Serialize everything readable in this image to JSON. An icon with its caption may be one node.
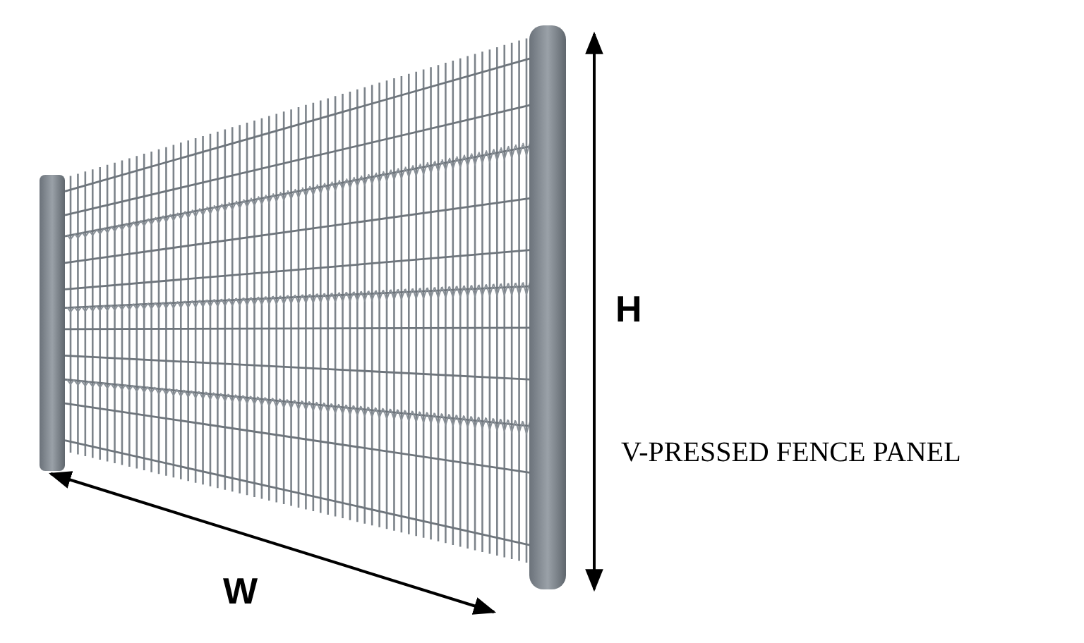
{
  "diagram": {
    "labels": [
      "H",
      "V-PRESSED FENCE PANEL",
      "W"
    ]
  }
}
